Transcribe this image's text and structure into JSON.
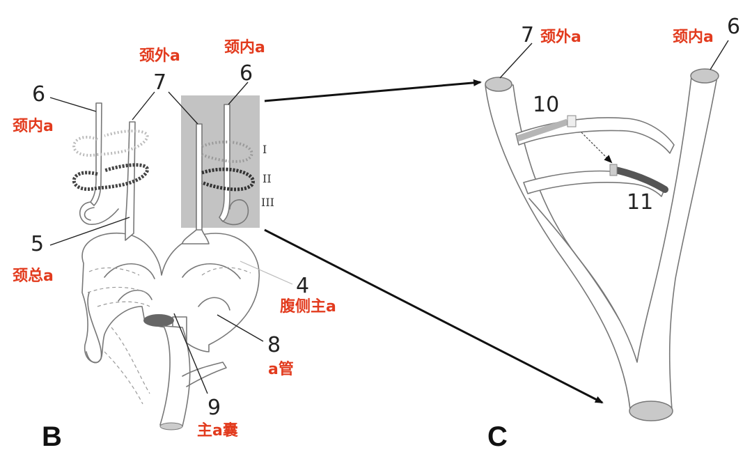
{
  "panels": {
    "b": "B",
    "c": "C"
  },
  "panel_b": {
    "num_6_left": "6",
    "label_6_left": "颈内a",
    "num_7": "7",
    "label_7": "颈外a",
    "num_6_right": "6",
    "label_6_right": "颈内a",
    "num_5": "5",
    "label_5": "颈总a",
    "num_4": "4",
    "label_4": "腹侧主a",
    "num_8": "8",
    "label_8": "a管",
    "num_9": "9",
    "label_9": "主a囊",
    "roman_1": "I",
    "roman_2": "II",
    "roman_3": "III"
  },
  "panel_c": {
    "num_7": "7",
    "label_7": "颈外a",
    "num_6": "6",
    "label_6": "颈内a",
    "num_10": "10",
    "num_11": "11"
  },
  "colors": {
    "label_red": "#e23b1e",
    "highlight_box": "#b9b9b9",
    "segment_dark": "#555555",
    "segment_light": "#b5b5b5",
    "cap_fill": "#c9c9c9"
  }
}
